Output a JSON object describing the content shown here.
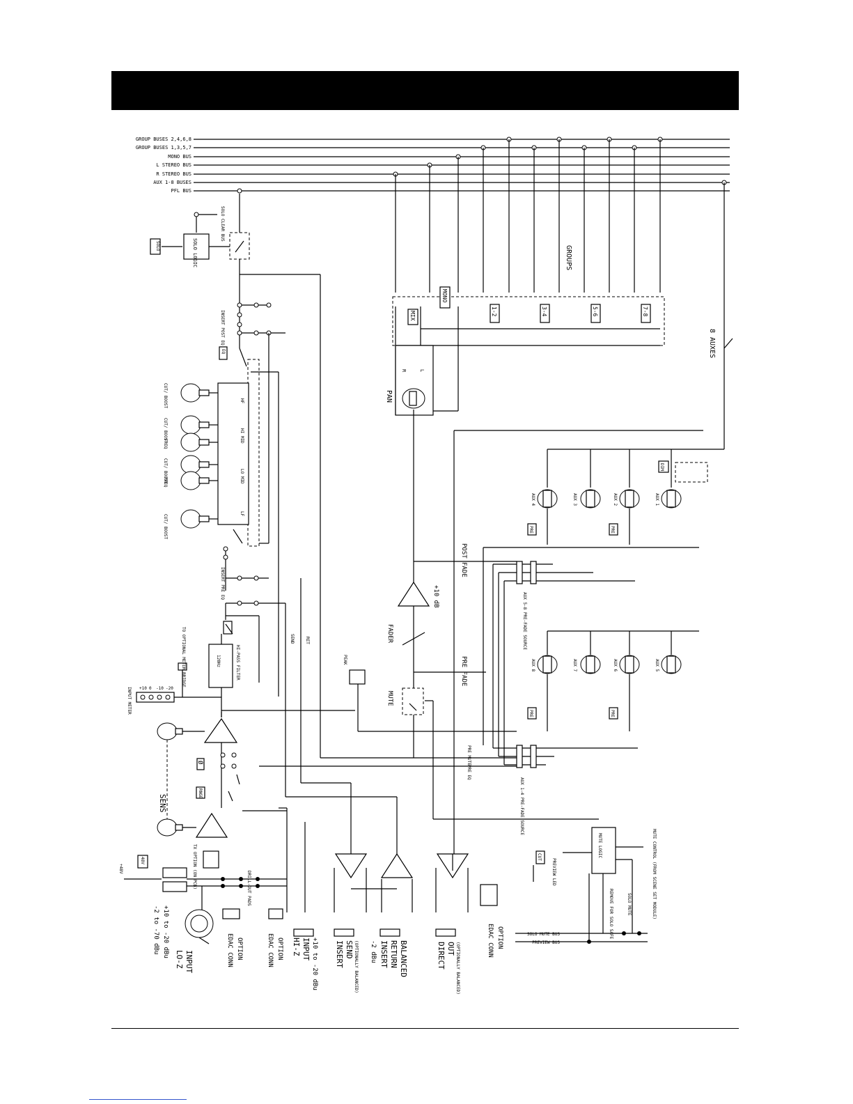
{
  "buses": {
    "group_even": "GROUP BUSES 2,4,6,8",
    "group_odd": "GROUP BUSES 1,3,5,7",
    "mono": "MONO BUS",
    "l_stereo": "L STEREO BUS",
    "r_stereo": "R STEREO BUS",
    "aux": "AUX 1-8 BUSES",
    "pfl": "PFL BUS"
  },
  "solo": {
    "button": "SOLO",
    "clear_bus": "SOLO CLEAR BUS",
    "logic": "SOLO LOGIC"
  },
  "eq": {
    "button": "EQ",
    "insert_post": "INSERT POST EQ",
    "insert_pre": "INSERT PRE EQ",
    "hf": "HF",
    "hi_mid": "HI MID",
    "lo_mid": "LO MID",
    "lf": "LF",
    "cut_boost": "CUT/ BOOST",
    "freq": "FREQ"
  },
  "filter": {
    "label": "HI-PASS FILTER",
    "freq": "120Hz"
  },
  "meter": {
    "label": "INPUT METER",
    "scale": [
      "+10",
      "0",
      "-10",
      "-20"
    ],
    "bridge": "TO OPTIONAL METER BRIDGE"
  },
  "routing": {
    "mix": "MIX",
    "mono": "MONO",
    "groups_title": "GROUPS",
    "groups": [
      "1-2",
      "3-4",
      "5-6",
      "7-8"
    ],
    "pan": "PAN",
    "pan_r": "R",
    "pan_l": "L",
    "aux_count": "8 AUXES"
  },
  "auxes": {
    "top": [
      "AUX 4",
      "AUX 3",
      "AUX 2",
      "AUX 1"
    ],
    "bottom": [
      "AUX 8",
      "AUX 7",
      "AUX 6",
      "AUX 5"
    ],
    "pre": "PRE",
    "dim": "DIM",
    "src_58": "AUX 5-8 PRE-FADE SOURCE",
    "src_14": "AUX 1-4 PRE-FADE SOURCE"
  },
  "fader": {
    "post_fade": "POST FADE",
    "pre_fade": "PRE FADE",
    "gain": "+10 dB",
    "fader": "FADER",
    "mute": "MUTE",
    "pre_mute": "PRE MUTE",
    "pre_eq": "PRE EQ",
    "peak": "PEAK"
  },
  "input": {
    "sens": "SENS",
    "phase": "Ø",
    "range": "RNGE",
    "phantom_btn": "48V",
    "phantom": "+48V",
    "tx_option": "TX OPTION (ON PCB)",
    "drill_out": "DRILL-OUT PADS",
    "send": "SEND",
    "ret": "RET"
  },
  "mute_logic": {
    "block": "MUTE LOGIC",
    "cut_btn": "CUT",
    "preview_led": "PREVIEW LED",
    "control": "MUTE CONTROL (FROM SCENE SET MODULE)",
    "solo_safe": "REMOVE FOR SOLO SAFE",
    "solo_mute": "SOLO MUTE",
    "solo_mute_bus": "SOLO MUTE BUS",
    "preview_bus": "PREVIEW BUS"
  },
  "connectors": {
    "loz": [
      "-2 to -70 dBu",
      "+10 to -20 dBu",
      "LO-Z",
      "INPUT"
    ],
    "edac1": [
      "EDAC CONN",
      "OPTION"
    ],
    "edac2": [
      "EDAC CONN",
      "OPTION"
    ],
    "hiz": [
      "HI-Z",
      "INPUT",
      "+10 to -20 dBu"
    ],
    "insert_send": [
      "INSERT",
      "SEND",
      "(OPTIONALLY BALANCED)"
    ],
    "insert_return": [
      "-2 dBu",
      "INSERT",
      "RETURN",
      "BALANCED"
    ],
    "direct_out": [
      "DIRECT",
      "OUT",
      "(OPTIONALLY BALANCED)"
    ],
    "edac3": [
      "EDAC CONN",
      "OPTION"
    ]
  }
}
